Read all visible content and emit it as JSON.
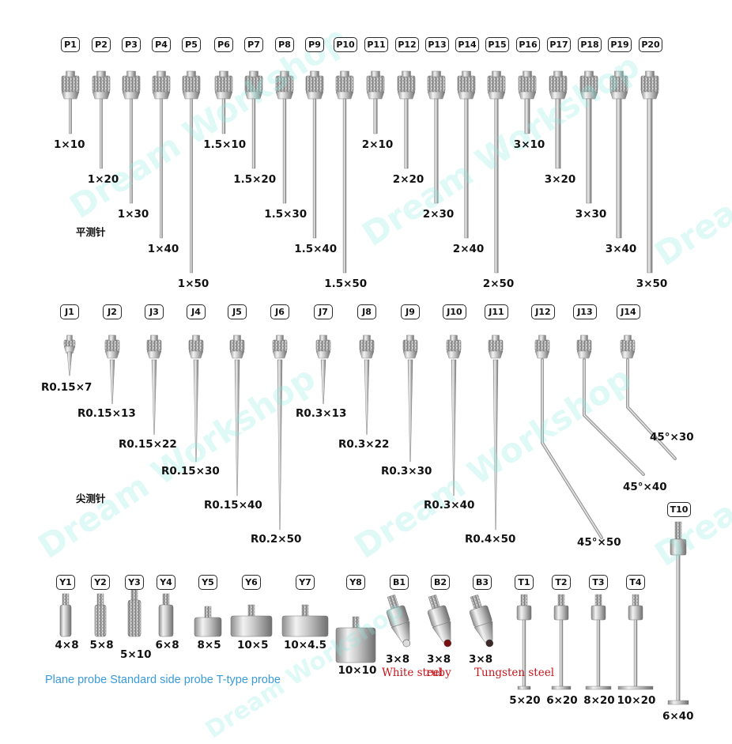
{
  "watermark": "Dream Workshop",
  "section_labels": {
    "flat": "平测针",
    "tip": "尖测针"
  },
  "caption": "Plane probe Standard side probe T-type probe",
  "flat_probes": [
    {
      "tag": "P1",
      "size": "1×10"
    },
    {
      "tag": "P2",
      "size": "1×20"
    },
    {
      "tag": "P3",
      "size": "1×30"
    },
    {
      "tag": "P4",
      "size": "1×40"
    },
    {
      "tag": "P5",
      "size": "1×50"
    },
    {
      "tag": "P6",
      "size": "1.5×10"
    },
    {
      "tag": "P7",
      "size": "1.5×20"
    },
    {
      "tag": "P8",
      "size": "1.5×30"
    },
    {
      "tag": "P9",
      "size": "1.5×40"
    },
    {
      "tag": "P10",
      "size": "1.5×50"
    },
    {
      "tag": "P11",
      "size": "2×10"
    },
    {
      "tag": "P12",
      "size": "2×20"
    },
    {
      "tag": "P13",
      "size": "2×30"
    },
    {
      "tag": "P14",
      "size": "2×40"
    },
    {
      "tag": "P15",
      "size": "2×50"
    },
    {
      "tag": "P16",
      "size": "3×10"
    },
    {
      "tag": "P17",
      "size": "3×20"
    },
    {
      "tag": "P18",
      "size": "3×30"
    },
    {
      "tag": "P19",
      "size": "3×40"
    },
    {
      "tag": "P20",
      "size": "3×50"
    }
  ],
  "tip_probes": [
    {
      "tag": "J1",
      "size": "R0.15×7"
    },
    {
      "tag": "J2",
      "size": "R0.15×13"
    },
    {
      "tag": "J3",
      "size": "R0.15×22"
    },
    {
      "tag": "J4",
      "size": "R0.15×30"
    },
    {
      "tag": "J5",
      "size": "R0.15×40"
    },
    {
      "tag": "J6",
      "size": "R0.2×50"
    },
    {
      "tag": "J7",
      "size": "R0.3×13"
    },
    {
      "tag": "J8",
      "size": "R0.3×22"
    },
    {
      "tag": "J9",
      "size": "R0.3×30"
    },
    {
      "tag": "J10",
      "size": "R0.3×40"
    },
    {
      "tag": "J11",
      "size": "R0.4×50"
    },
    {
      "tag": "J12",
      "size": "45°×50"
    },
    {
      "tag": "J13",
      "size": "45°×40"
    },
    {
      "tag": "J14",
      "size": "45°×30"
    }
  ],
  "plane_probes": [
    {
      "tag": "Y1",
      "size": "4×8"
    },
    {
      "tag": "Y2",
      "size": "5×8"
    },
    {
      "tag": "Y3",
      "size": "5×10"
    },
    {
      "tag": "Y4",
      "size": "6×8"
    },
    {
      "tag": "Y5",
      "size": "8×5"
    },
    {
      "tag": "Y6",
      "size": "10×5"
    },
    {
      "tag": "Y7",
      "size": "10×4.5"
    },
    {
      "tag": "Y8",
      "size": "10×10"
    }
  ],
  "ball_probes": [
    {
      "tag": "B1",
      "size": "3×8",
      "material": "White steel"
    },
    {
      "tag": "B2",
      "size": "3×8",
      "material": "ruby"
    },
    {
      "tag": "B3",
      "size": "3×8",
      "material": "Tungsten steel"
    }
  ],
  "t_probes": [
    {
      "tag": "T1",
      "size": "5×20"
    },
    {
      "tag": "T2",
      "size": "6×20"
    },
    {
      "tag": "T3",
      "size": "8×20"
    },
    {
      "tag": "T4",
      "size": "10×20"
    },
    {
      "tag": "T10",
      "size": "6×40"
    }
  ],
  "colors": {
    "metal_light": "#e6e6e6",
    "metal_dark": "#8a8a8a",
    "label_red": "#c4161c",
    "caption_blue": "#3a9bd9",
    "tag_border": "#2a2a2a"
  }
}
